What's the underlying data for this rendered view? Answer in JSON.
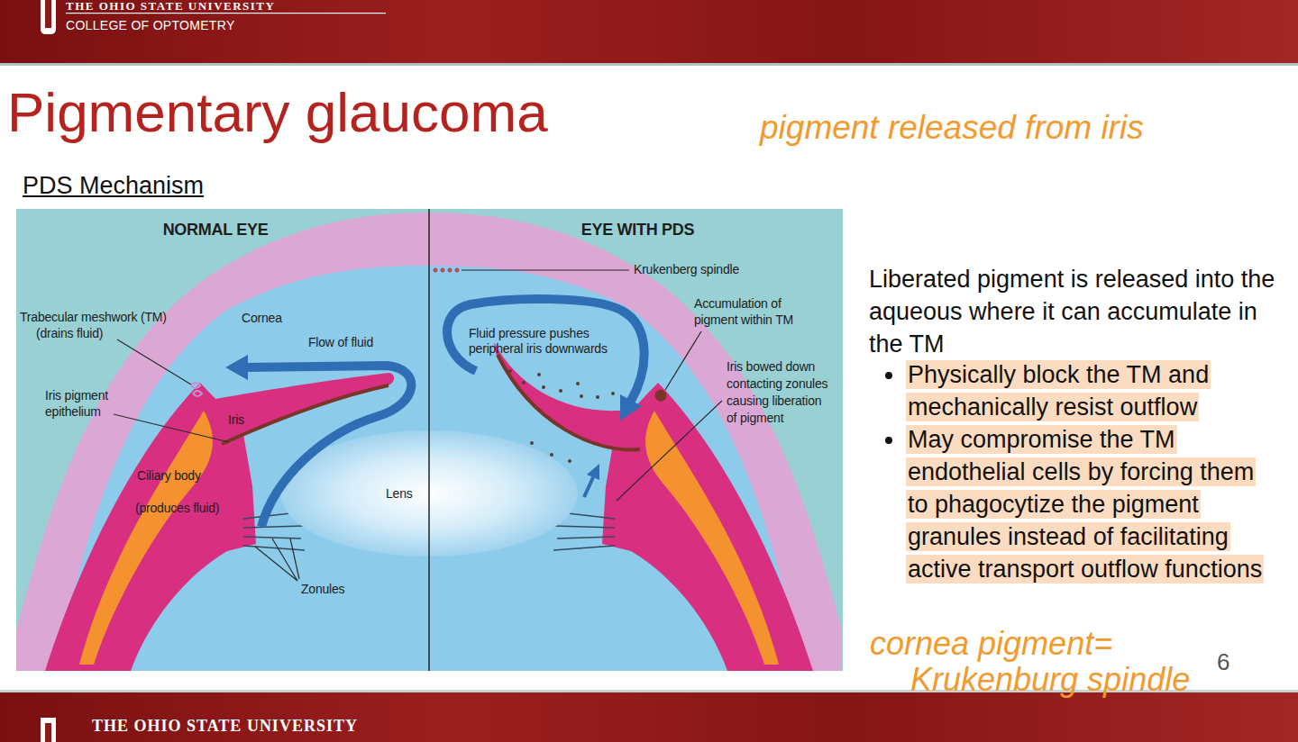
{
  "diagram": {
    "title": "Pigmentary glaucoma",
    "nodes": [
      {
        "text": [
          "THE OHIO STATE UNIVERSITY",
          "COLLEGE OF OPTOMETRY"
        ]
      },
      {
        "text": [
          "NORMAL EYE"
        ]
      },
      {
        "text": [
          "EYE WITH PDS"
        ]
      },
      {
        "text": [
          "THE OHIO STATE UNIVERSITY"
        ]
      }
    ],
    "labels": [
      "pigment released from iris",
      "PDS Mechanism",
      "Cornea",
      "Trabecular meshwork (TM) (drains fluid)",
      "Flow of fluid",
      "Iris pigment epithelium",
      "Iris",
      "Ciliary body",
      "(produces fluid)",
      "Lens",
      "Zonules",
      "Krukenberg spindle",
      "Accumulation of pigment within TM",
      "Fluid pressure pushes peripheral iris downwards",
      "Iris bowed down contacting zonules causing liberation of pigment",
      "Liberated pigment is released into the aqueous where it can accumulate in the TM",
      "Physically block the TM and mechanically resist outflow",
      "May compromise the TM endothelial cells by forcing them to phagocytize the pigment granules instead of facilitating active transport outflow functions",
      "cornea pigment= Krukenburg spindle",
      "6"
    ]
  }
}
